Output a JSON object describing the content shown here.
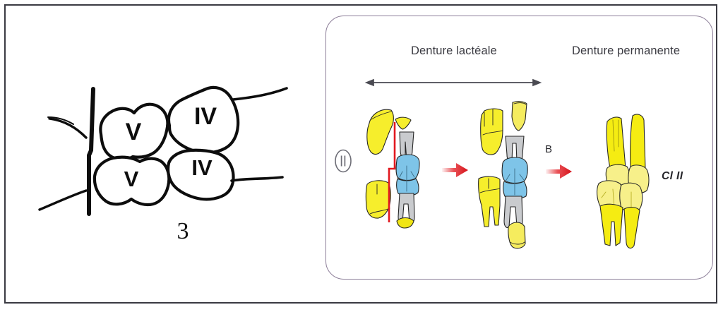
{
  "figure": {
    "left_panel": {
      "name": "occlusion-diagram",
      "figure_number": "3",
      "tooth_labels": {
        "upper_second_deciduous_molar": "V",
        "upper_first_deciduous_molar": "IV",
        "lower_second_deciduous_molar": "V",
        "lower_first_deciduous_molar": "IV"
      },
      "midline_icon": "vertical-midline-icon"
    },
    "right_panel": {
      "marker": "II",
      "headers": {
        "deciduous": "Denture lactéale",
        "permanent": "Denture permanente"
      },
      "span_arrow_icon": "double-headed-arrow-icon",
      "step_label": "B",
      "classification": "Cl II",
      "transition_icons": [
        "red-arrow-icon",
        "red-arrow-icon"
      ],
      "stages": [
        {
          "name": "stage-deciduous-initial"
        },
        {
          "name": "stage-deciduous-exfoliating"
        },
        {
          "name": "stage-permanent"
        }
      ]
    },
    "colors": {
      "frame": "#3a3a42",
      "panel_border": "#8d7f99",
      "tooth_yellow": "#F5EC12",
      "tooth_yellow_light": "#F7F08A",
      "tooth_grey": "#C9CBCE",
      "tooth_blue": "#7EC4E8",
      "accent_red": "#E2181F",
      "text": "#3b3b42"
    }
  }
}
